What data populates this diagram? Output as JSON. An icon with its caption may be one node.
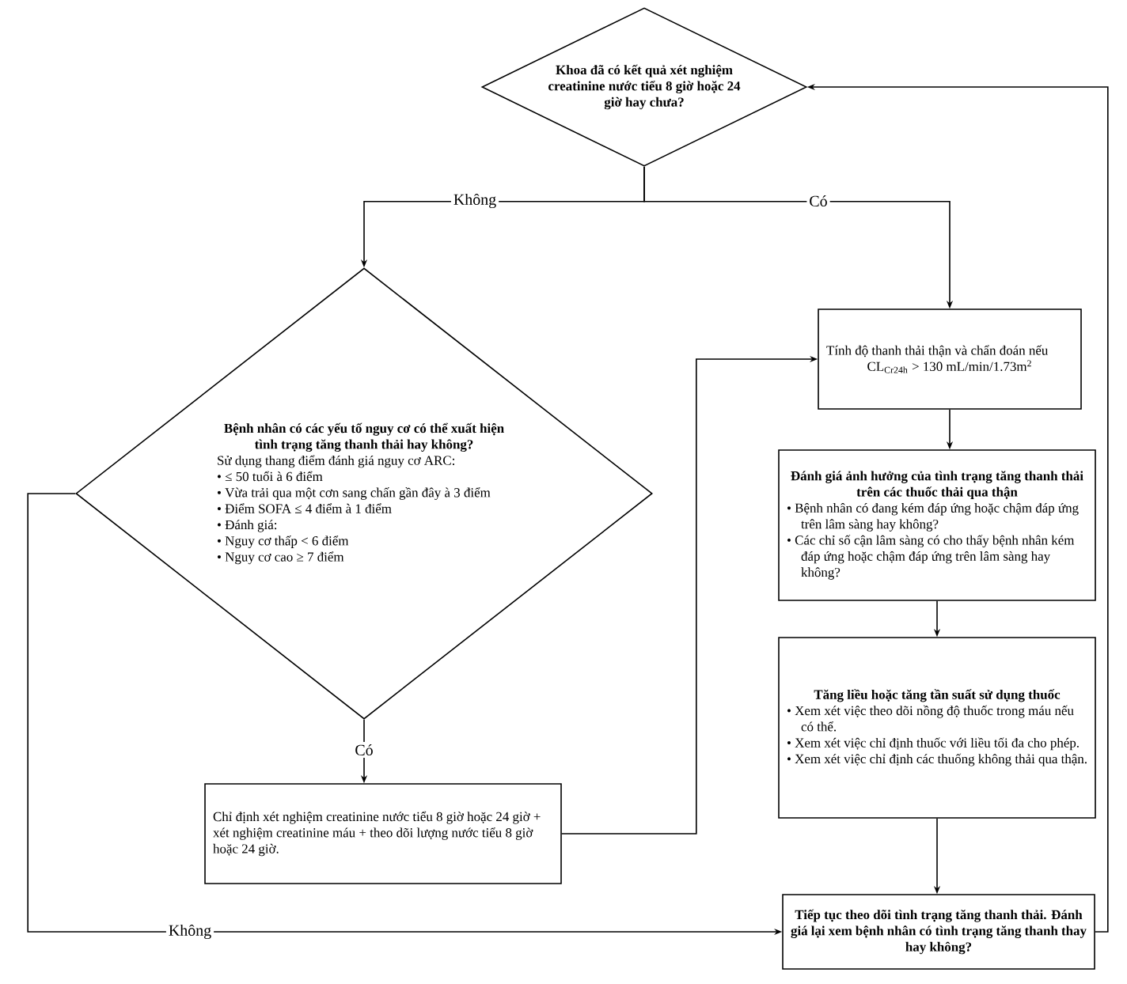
{
  "diagram": {
    "nodes": [
      {
        "text": [
          "Khoa đã có kết quả xét nghiệm creatinine nước tiểu 8 giờ hoặc 24 giờ hay chưa?"
        ]
      },
      {
        "text": [
          "Bệnh nhân có các yếu tố nguy cơ có thể xuất hiện tình trạng tăng thanh thải hay không?",
          "Sử dụng thang điểm đánh giá nguy cơ ARC:",
          "• ≤ 50 tuổi à 6 điểm",
          "• Vừa trải qua một cơn sang chấn gần đây à 3 điểm",
          "• Điểm SOFA ≤ 4 điểm à 1 điểm",
          "• Đánh giá:",
          "• Nguy cơ thấp < 6 điểm",
          "• Nguy cơ cao ≥ 7 điểm"
        ]
      },
      {
        "text": [
          "Chỉ định xét nghiệm creatinine nước tiểu 8 giờ hoặc 24 giờ + xét nghiệm creatinine máu + theo dõi lượng nước tiểu 8 giờ hoặc 24 giờ."
        ]
      },
      {
        "text": [
          "Tính độ thanh thải thận và chẩn đoán nếu",
          "CL$_{Cr24h}$ > 130 mL/min/1.73m$^{2}$"
        ]
      },
      {
        "text": [
          "Đánh giá ảnh hưởng của tình trạng tăng thanh thải trên các thuốc thải qua thận",
          "• Bệnh nhân có đang kém đáp ứng hoặc chậm đáp ứng trên lâm sàng hay không?",
          "• Các chỉ số cận lâm sàng có cho thấy bệnh nhân kém đáp ứng hoặc chậm đáp ứng trên lâm sàng hay không?"
        ]
      },
      {
        "text": [
          "Tăng liều hoặc tăng tần suất sử dụng thuốc",
          "• Xem xét việc theo dõi nồng độ thuốc trong máu nếu có thể.",
          "• Xem xét việc chỉ định thuốc với liều tối đa cho phép.",
          "• Xem xét việc chỉ định các thuống không thải qua thận."
        ]
      },
      {
        "text": [
          "Tiếp tục theo dõi tình trạng tăng thanh thải. Đánh giá lại xem bệnh nhân có tình trạng tăng thanh thay hay không?"
        ]
      }
    ],
    "edges": [
      {
        "from": 0,
        "to": 1,
        "arrow": "to",
        "label": "Không"
      },
      {
        "from": 0,
        "to": 3,
        "arrow": "to",
        "label": "Có"
      },
      {
        "from": 1,
        "to": 2,
        "arrow": "to",
        "label": "Có"
      },
      {
        "from": 1,
        "to": 6,
        "arrow": "to",
        "label": "Không"
      },
      {
        "from": 2,
        "to": 3,
        "arrow": "to"
      },
      {
        "from": 3,
        "to": 4,
        "arrow": "to"
      },
      {
        "from": 4,
        "to": 5,
        "arrow": "to"
      },
      {
        "from": 5,
        "to": 6,
        "arrow": "to"
      },
      {
        "from": 6,
        "to": 0,
        "arrow": "to"
      }
    ]
  }
}
